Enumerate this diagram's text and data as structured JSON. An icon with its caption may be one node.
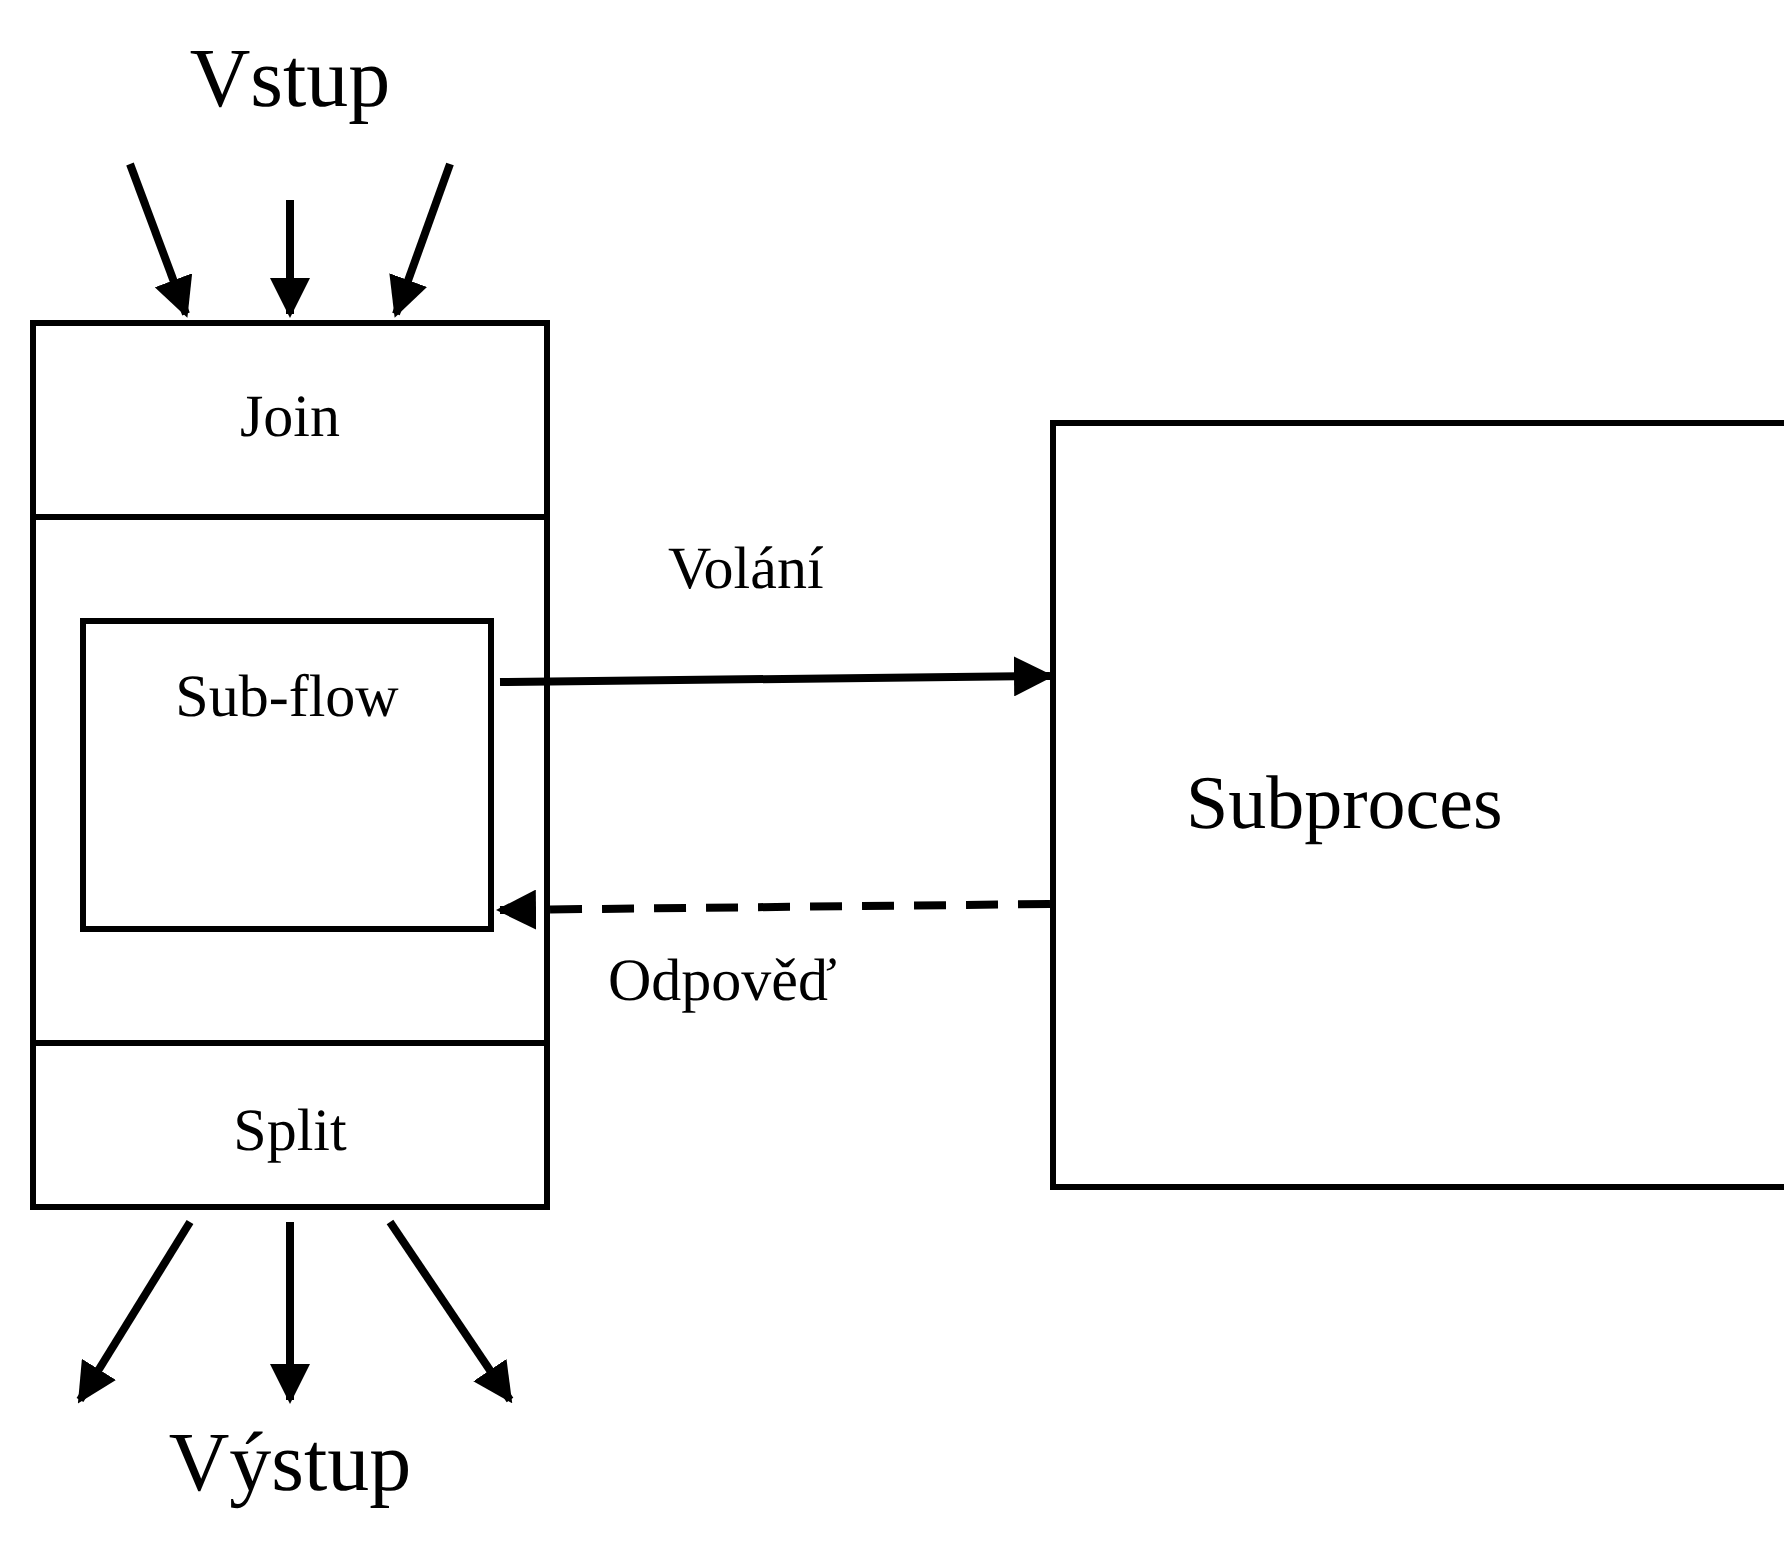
{
  "diagram": {
    "nodes": [
      {
        "text": [
          "Vstup"
        ]
      },
      {
        "text": [],
        "shape": "box"
      },
      {
        "text": [
          "Join"
        ],
        "in": 1
      },
      {
        "text": [],
        "shape": "box",
        "in": 1
      },
      {
        "text": [
          "Sub-flow"
        ],
        "in": 3
      },
      {
        "text": [
          "Split"
        ],
        "in": 1
      },
      {
        "text": [
          "Výstup"
        ]
      },
      {
        "text": [
          "Subproces"
        ]
      }
    ],
    "edges": [
      {
        "from": 0,
        "to": 2,
        "arrow": "to"
      },
      {
        "from": 0,
        "to": 2,
        "arrow": "to"
      },
      {
        "from": 0,
        "to": 2,
        "arrow": "to"
      },
      {
        "from": 4,
        "to": 7,
        "arrow": "to",
        "label": "Volání"
      },
      {
        "from": 7,
        "to": 4,
        "arrow": "to",
        "label": "Odpověď",
        "style": "dashed"
      },
      {
        "from": 5,
        "to": 6,
        "arrow": "to"
      },
      {
        "from": 5,
        "to": 6,
        "arrow": "to"
      },
      {
        "from": 5,
        "to": 6,
        "arrow": "to"
      }
    ]
  }
}
